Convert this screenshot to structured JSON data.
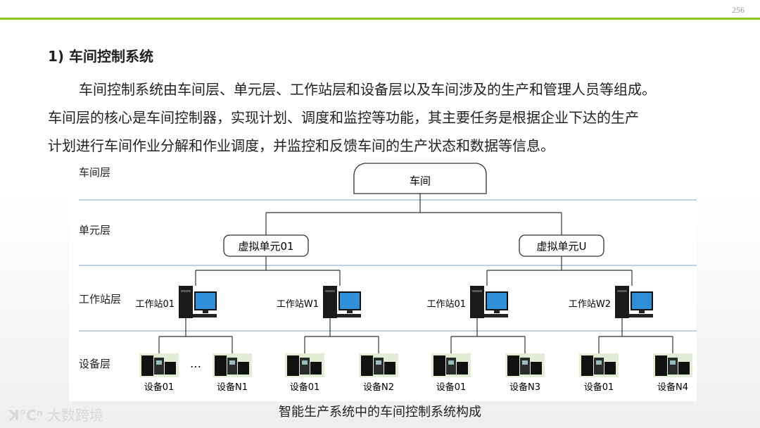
{
  "page": {
    "number": "256"
  },
  "section": {
    "heading": "1)  车间控制系统"
  },
  "paragraph": {
    "line1": "车间控制系统由车间层、单元层、工作站层和设备层以及车间涉及的生产和管理人员等组成。",
    "line2": "车间层的核心是车间控制器，实现计划、调度和监控等功能，其主要任务是根据企业下达的生产",
    "line3": "计划进行车间作业分解和作业调度，并监控和反馈车间的生产状态和数据等信息。"
  },
  "diagram": {
    "layers": [
      "车间层",
      "单元层",
      "工作站层",
      "设备层"
    ],
    "root": "车间",
    "units": [
      "虚拟单元01",
      "虚拟单元U"
    ],
    "workstations": [
      "工作站01",
      "工作站W1",
      "工作站01",
      "工作站W2"
    ],
    "devices": [
      "设备01",
      "设备N1",
      "设备01",
      "设备N2",
      "设备01",
      "设备N3",
      "设备01",
      "设备N4"
    ],
    "ellipsis": "…",
    "colors": {
      "separator": "#a8c0dc",
      "line": "#333333",
      "screen": "#2f8fd8",
      "tower": "#1a1a1a"
    }
  },
  "caption": "智能生产系统中的车间控制系统构成",
  "watermark": {
    "logo": "ꓘ℃ⁿ",
    "text": "大数跨境"
  }
}
